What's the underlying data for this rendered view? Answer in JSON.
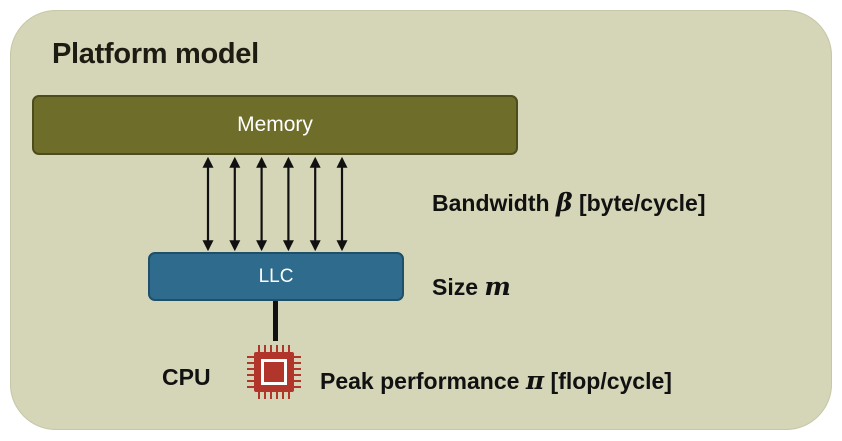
{
  "title": "Platform model",
  "memory": {
    "label": "Memory"
  },
  "llc": {
    "label": "LLC"
  },
  "bandwidth": {
    "text": "Bandwidth",
    "symbol": "β",
    "unit": "[byte/cycle]"
  },
  "size": {
    "text": "Size",
    "symbol": "m"
  },
  "cpu": {
    "label": "CPU"
  },
  "peak": {
    "text": "Peak performance",
    "symbol": "π",
    "unit": "[flop/cycle]"
  },
  "arrow_count": 6,
  "colors": {
    "panel": "#d5d5b8",
    "memory": "#6e6d2a",
    "llc": "#2e6b8c",
    "chip": "#b2352c"
  },
  "icons": [
    "double-arrow-icon",
    "cpu-chip-icon"
  ]
}
